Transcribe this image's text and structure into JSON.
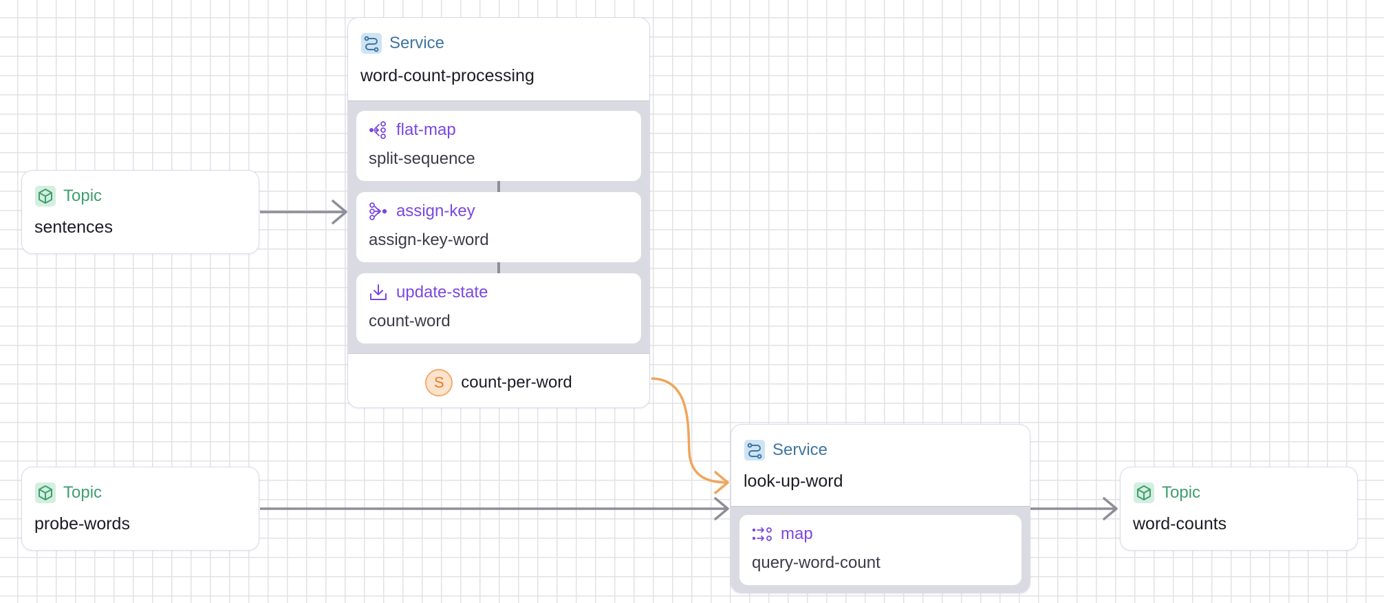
{
  "topics": {
    "sentences": {
      "type": "Topic",
      "name": "sentences"
    },
    "probe_words": {
      "type": "Topic",
      "name": "probe-words"
    },
    "word_counts": {
      "type": "Topic",
      "name": "word-counts"
    }
  },
  "services": {
    "word_count_processing": {
      "type": "Service",
      "name": "word-count-processing",
      "processors": [
        {
          "type": "flat-map",
          "name": "split-sequence",
          "icon": "flat-map-icon"
        },
        {
          "type": "assign-key",
          "name": "assign-key-word",
          "icon": "assign-key-icon"
        },
        {
          "type": "update-state",
          "name": "count-word",
          "icon": "download-icon"
        }
      ],
      "state_store": {
        "badge": "S",
        "name": "count-per-word"
      }
    },
    "look_up_word": {
      "type": "Service",
      "name": "look-up-word",
      "processors": [
        {
          "type": "map",
          "name": "query-word-count",
          "icon": "map-icon"
        }
      ]
    }
  },
  "edges": [
    {
      "from": "sentences",
      "to": "word-count-processing",
      "kind": "stream"
    },
    {
      "from": "count-per-word",
      "to": "look-up-word",
      "kind": "state-lookup"
    },
    {
      "from": "probe-words",
      "to": "look-up-word",
      "kind": "stream"
    },
    {
      "from": "look-up-word",
      "to": "word-counts",
      "kind": "stream"
    }
  ],
  "colors": {
    "topic": "#3f9e6e",
    "service": "#3f74a0",
    "processor": "#7b47e0",
    "state_store": "#e07d2a",
    "edge": "#8d8e98",
    "state_edge": "#f0a55a"
  }
}
